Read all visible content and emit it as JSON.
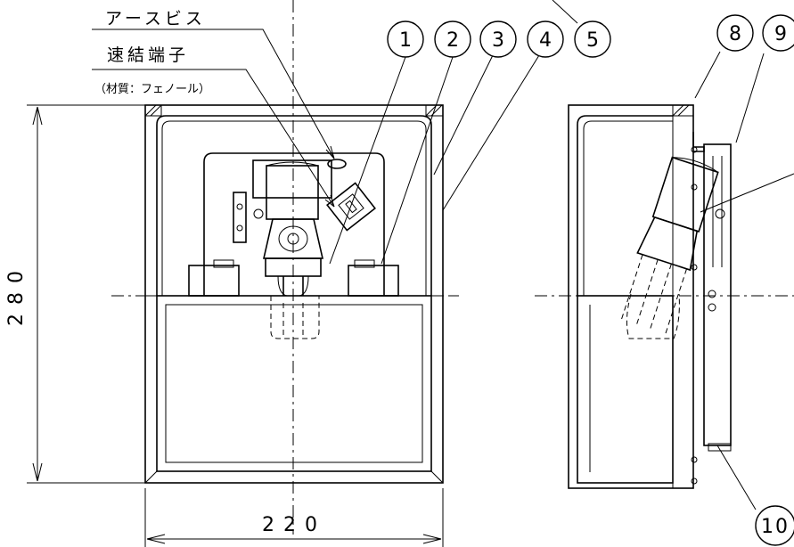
{
  "labels": {
    "earth_screw": "アースビス",
    "quick_connect": "速結端子",
    "material_note": "（材質：フェノール）"
  },
  "dimensions": {
    "height": "280",
    "width": "220"
  },
  "callouts": [
    "1",
    "2",
    "3",
    "4",
    "5",
    "8",
    "9",
    "10"
  ]
}
